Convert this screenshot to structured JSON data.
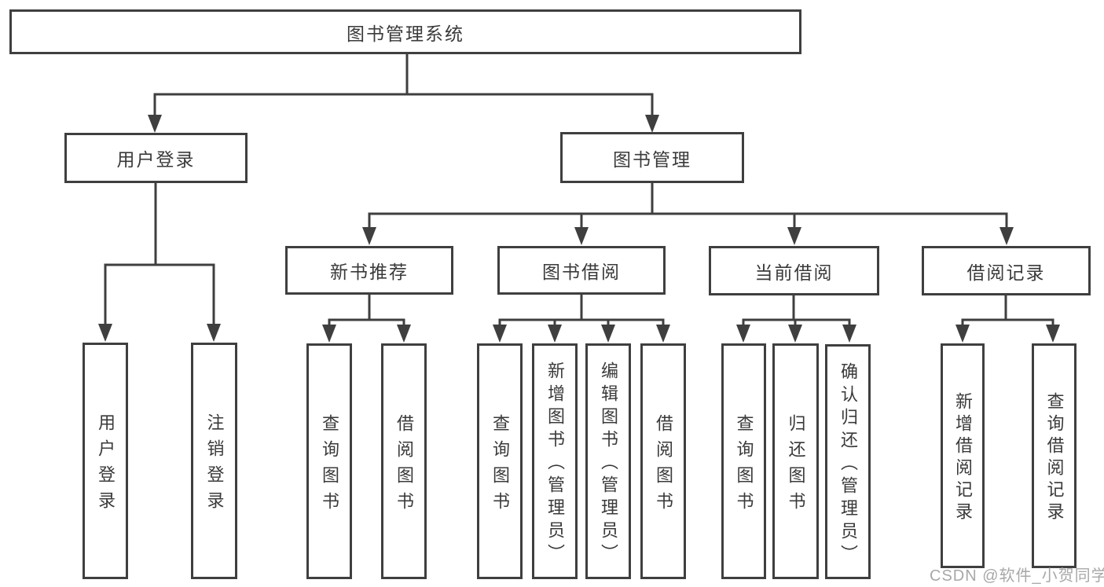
{
  "diagram": {
    "root": {
      "label": "图书管理系统"
    },
    "branches": [
      {
        "label": "用户登录",
        "children": [
          {
            "label": "用户登录"
          },
          {
            "label": "注销登录"
          }
        ]
      },
      {
        "label": "图书管理",
        "children": [
          {
            "label": "新书推荐",
            "children": [
              {
                "label": "查询图书"
              },
              {
                "label": "借阅图书"
              }
            ]
          },
          {
            "label": "图书借阅",
            "children": [
              {
                "label": "查询图书"
              },
              {
                "label": "新增图书（管理员）"
              },
              {
                "label": "编辑图书（管理员）"
              },
              {
                "label": "借阅图书"
              }
            ]
          },
          {
            "label": "当前借阅",
            "children": [
              {
                "label": "查询图书"
              },
              {
                "label": "归还图书"
              },
              {
                "label": "确认归还（管理员）"
              }
            ]
          },
          {
            "label": "借阅记录",
            "children": [
              {
                "label": "新增借阅记录"
              },
              {
                "label": "查询借阅记录"
              }
            ]
          }
        ]
      }
    ]
  },
  "watermark": {
    "text": "CSDN @软件_小贺同学"
  },
  "colors": {
    "line": "#3f3f3f",
    "text": "#3a3a3a",
    "watermark": "#a8a8a8",
    "background": "#ffffff"
  }
}
